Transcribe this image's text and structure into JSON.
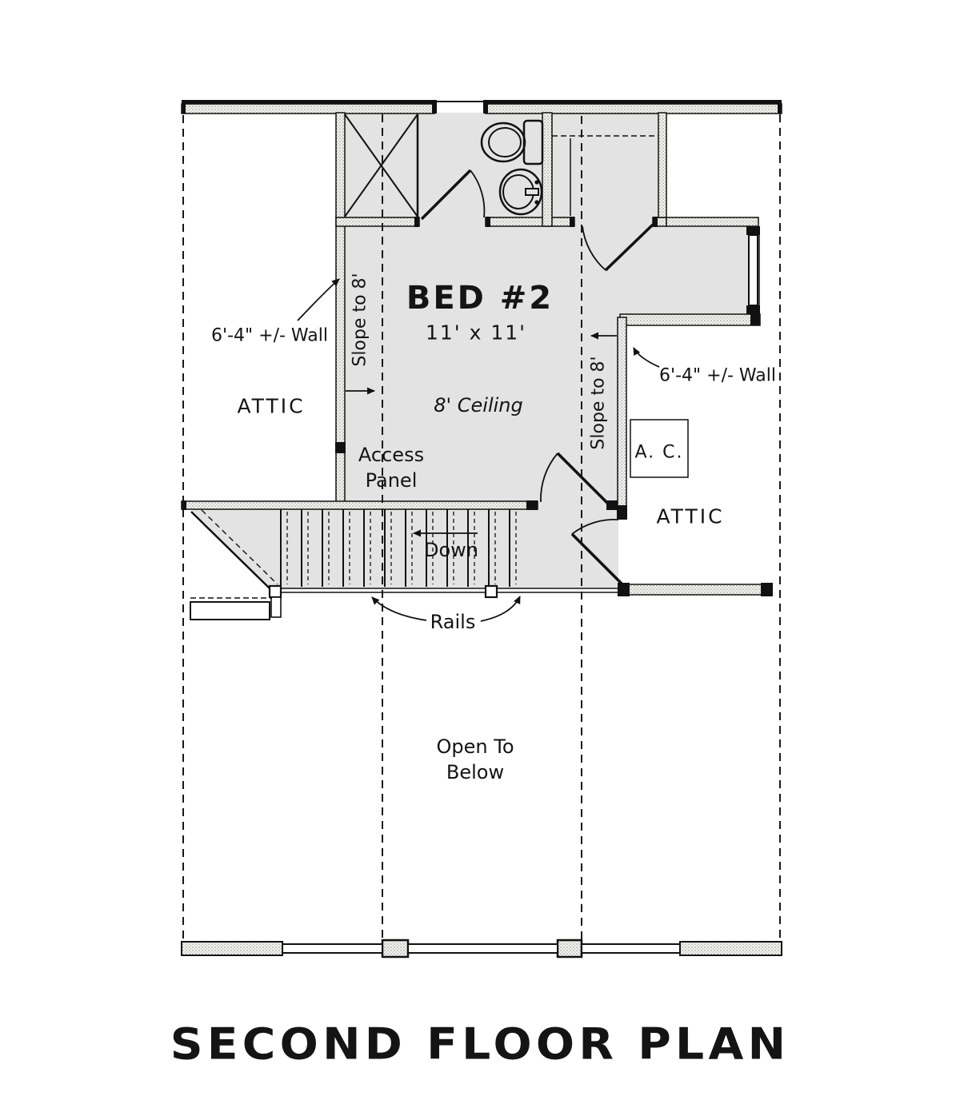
{
  "title": "SECOND FLOOR PLAN",
  "rooms": {
    "bed2": {
      "name": "BED #2",
      "dims": "11' x 11'",
      "ceiling": "8' Ceiling"
    },
    "attic_left": {
      "label": "ATTIC"
    },
    "attic_right": {
      "label": "ATTIC"
    },
    "ac": {
      "label": "A. C."
    }
  },
  "annotations": {
    "slope_left": "Slope to 8'",
    "slope_right": "Slope to 8'",
    "wall_left": "6'-4\" +/- Wall",
    "wall_right": "6'-4\" +/- Wall",
    "access_line1": "Access",
    "access_line2": "Panel",
    "down": "Down",
    "rails": "Rails",
    "open_line1": "Open To",
    "open_line2": "Below"
  }
}
